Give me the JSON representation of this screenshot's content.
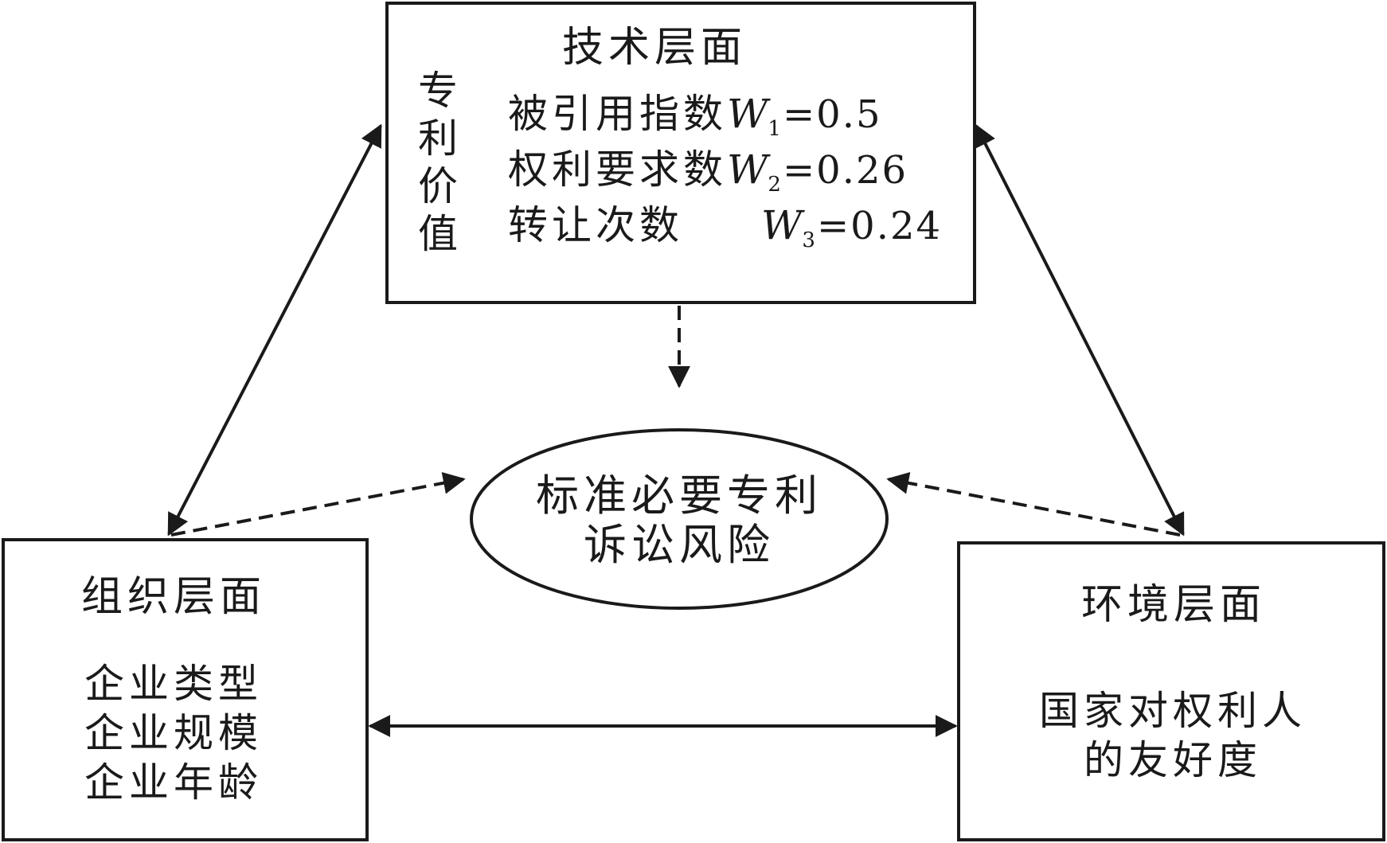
{
  "technical": {
    "title": "技术层面",
    "group_label": [
      "专",
      "利",
      "价",
      "值"
    ],
    "rows": [
      {
        "name": "被引用指数",
        "weight_symbol": "W",
        "weight_index": "1",
        "weight_value": "=0.5"
      },
      {
        "name": "权利要求数",
        "weight_symbol": "W",
        "weight_index": "2",
        "weight_value": "=0.26"
      },
      {
        "name": "转让次数",
        "weight_symbol": "W",
        "weight_index": "3",
        "weight_value": "=0.24"
      }
    ]
  },
  "center": {
    "line1": "标准必要专利",
    "line2": "诉讼风险"
  },
  "organization": {
    "title": "组织层面",
    "items": [
      "企业类型",
      "企业规模",
      "企业年龄"
    ]
  },
  "environment": {
    "title": "环境层面",
    "line1": "国家对权利人",
    "line2": "的友好度"
  }
}
